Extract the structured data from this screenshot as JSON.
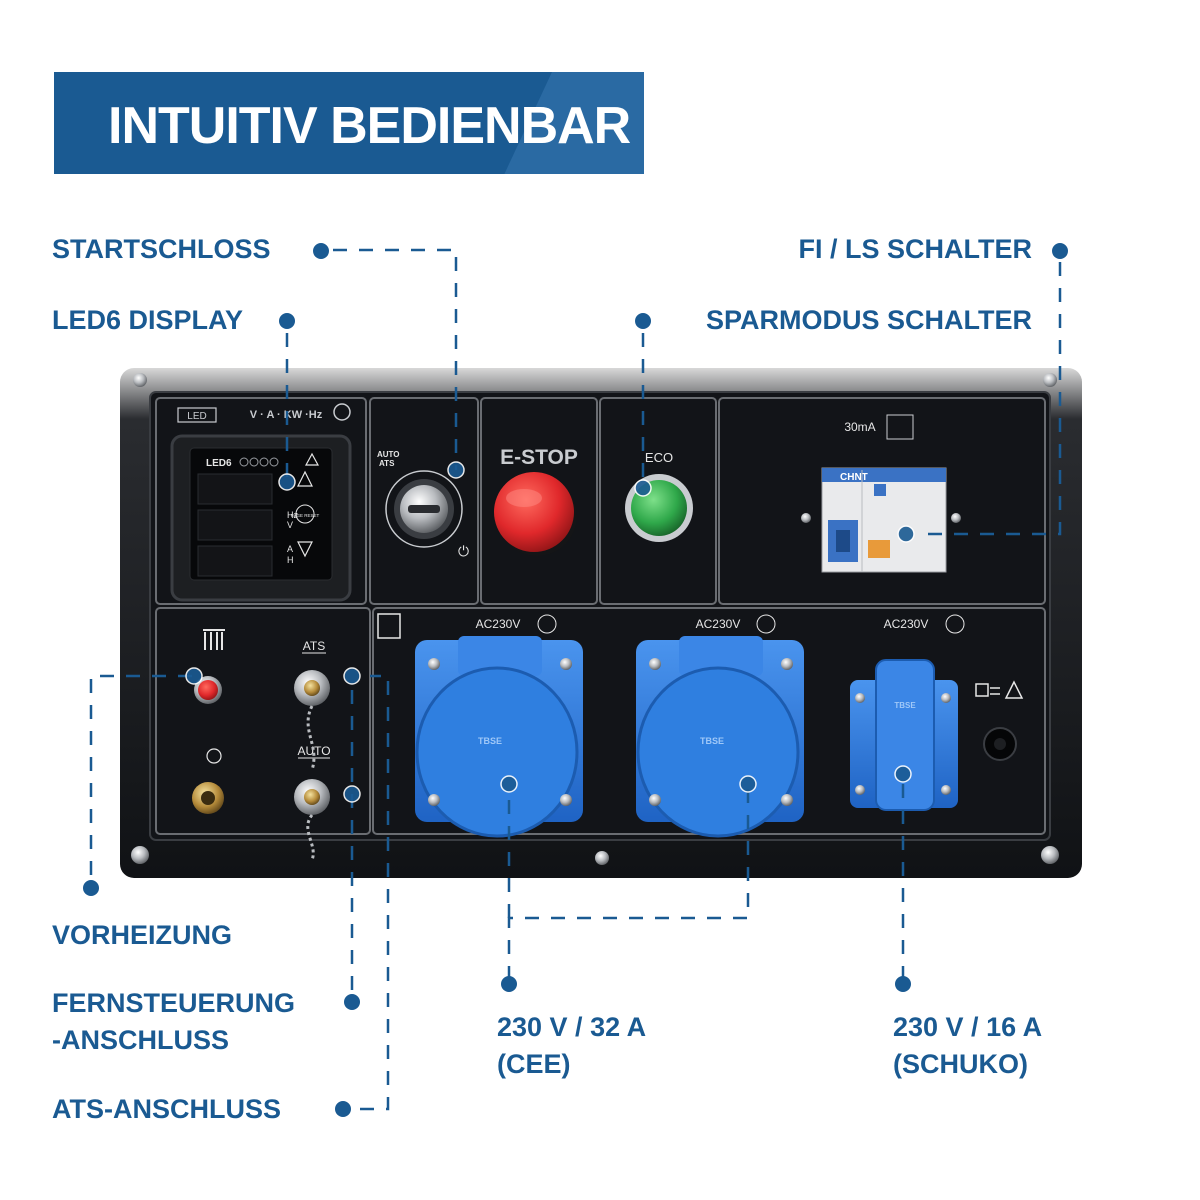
{
  "banner": {
    "title": "INTUITIV BEDIENBAR"
  },
  "labels": {
    "startschloss": "STARTSCHLOSS",
    "led6_display": "LED6 DISPLAY",
    "fi_ls_schalter": "FI / LS SCHALTER",
    "sparmodus_schalter": "SPARMODUS SCHALTER",
    "vorheizung": "VORHEIZUNG",
    "fernsteuerung_line1": "FERNSTEUERUNG",
    "fernsteuerung_line2": "-ANSCHLUSS",
    "cee_line1": "230 V / 32 A",
    "cee_line2": "(CEE)",
    "ats_anschluss": "ATS-ANSCHLUSS",
    "schuko_line1": "230 V / 16 A",
    "schuko_line2": "(SCHUKO)"
  },
  "panel": {
    "led_badge": "LED",
    "display_units": "V · A · KW ·Hz",
    "display_brand": "LED6",
    "display_hz": "Hz",
    "display_v": "V",
    "display_a": "A",
    "display_h": "H",
    "display_page": "PAGE RESET",
    "key_auto": "AUTO",
    "key_ats": "ATS",
    "estop": "E-STOP",
    "eco": "ECO",
    "breaker_rating": "30mA",
    "breaker_brand": "CHNT",
    "ats_label": "ATS",
    "auto_label": "AUTO",
    "ac_1": "AC230V",
    "ac_2": "AC230V",
    "ac_3": "AC230V",
    "socket_brand_1": "TBSE",
    "socket_brand_2": "TBSE",
    "schuko_brand": "TBSE"
  },
  "colors": {
    "brand_blue": "#1a5a92",
    "socket_blue": "#2f7fe0",
    "estop_red": "#e0282b",
    "eco_green": "#2fa84a",
    "panel_black": "#121418"
  }
}
